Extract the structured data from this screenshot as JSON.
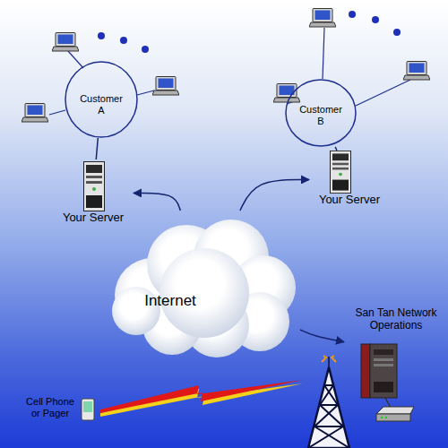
{
  "diagram": {
    "nodes": [
      {
        "text": [
          "Customer A"
        ]
      },
      {
        "text": [
          "Customer B"
        ]
      },
      {
        "text": [
          "Your Server"
        ]
      },
      {
        "text": [
          "Your Server"
        ]
      },
      {
        "text": [
          "Internet"
        ]
      },
      {
        "text": [
          "San Tan Network Operations"
        ]
      },
      {
        "text": [
          "Cell Phone or Pager"
        ]
      }
    ],
    "edges": [
      {
        "from": 0,
        "to": 2,
        "arrow": "none"
      },
      {
        "from": 1,
        "to": 3,
        "arrow": "none"
      },
      {
        "from": 4,
        "to": 2,
        "arrow": "to"
      },
      {
        "from": 4,
        "to": 3,
        "arrow": "to"
      },
      {
        "from": 4,
        "to": 5,
        "arrow": "to"
      }
    ]
  }
}
